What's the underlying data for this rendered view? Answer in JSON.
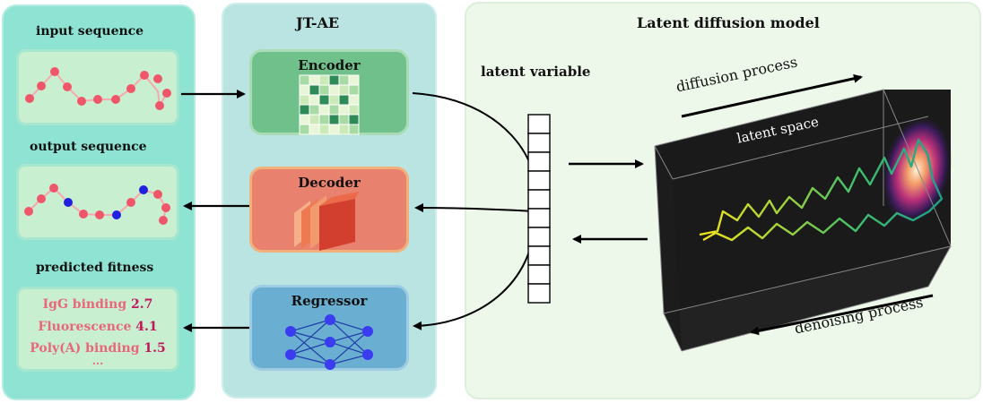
{
  "left_panel": {
    "input_label": "input sequence",
    "output_label": "output sequence",
    "fitness_label": "predicted fitness",
    "fitness": [
      {
        "name": "IgG binding",
        "value": "2.7"
      },
      {
        "name": "Fluorescence",
        "value": "4.1"
      },
      {
        "name": "Poly(A) binding",
        "value": "1.5"
      }
    ],
    "ellipsis": "..."
  },
  "middle_panel": {
    "title": "JT-AE",
    "encoder": "Encoder",
    "decoder": "Decoder",
    "regressor": "Regressor"
  },
  "right_panel": {
    "title": "Latent diffusion model",
    "latent_variable": "latent variable",
    "diffusion_process": "diffusion process",
    "latent_space": "latent space",
    "denoising_process": "denoising process"
  },
  "colors": {
    "left_panel": "#8fe3d3",
    "middle_panel": "#b9e4e1",
    "right_panel": "#edf7ea",
    "encoder": "#6fc08a",
    "decoder": "#e8826e",
    "regressor": "#6aaed1",
    "bead": "#f0566a",
    "mutated_bead": "#2020e0"
  }
}
